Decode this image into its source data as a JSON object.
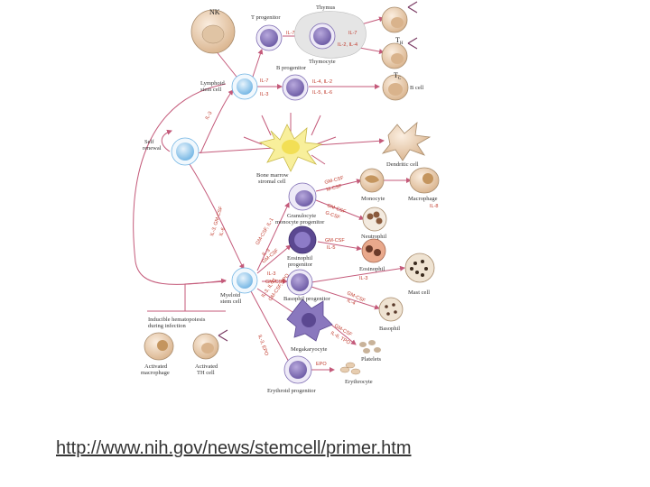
{
  "labels": {
    "nk": "NK",
    "t_progenitor": "T progenitor",
    "thymus": "Thymus",
    "thymocyte": "Thymocyte",
    "th": "T",
    "th_sub": "H",
    "tc": "T",
    "tc_sub": "C",
    "b_progenitor": "B progenitor",
    "b_cell": "B cell",
    "lymphoid_1": "Lymphoid",
    "lymphoid_2": "stem cell",
    "self_1": "Self",
    "self_2": "renewal",
    "stromal_1": "Bone marrow",
    "stromal_2": "stromal cell",
    "dendritic": "Dendritic cell",
    "monocyte": "Monocyte",
    "macrophage": "Macrophage",
    "neutrophil": "Neutrophil",
    "gm_1": "Granulocyte",
    "gm_2": "monocyte progenitor",
    "eos_prog_1": "Eosinophil",
    "eos_prog_2": "progenitor",
    "eosinophil": "Eosinophil",
    "baso_prog": "Basophil progenitor",
    "mast": "Mast cell",
    "basophil": "Basophil",
    "myeloid_1": "Myeloid",
    "myeloid_2": "stem cell",
    "mega": "Megakaryocyte",
    "platelets": "Platelets",
    "erythro_prog": "Erythroid progenitor",
    "erythrocyte": "Erythrocyte",
    "induc_1": "Inducible hematopoiesis",
    "induc_2": "during infection",
    "act_mac_1": "Activated",
    "act_mac_2": "macrophage",
    "act_t_1": "Activated",
    "act_t_2": "TH cell"
  },
  "cytokines": {
    "il7_a": "IL-7",
    "il7_b": "IL-7",
    "il2_4": "IL-2, IL-4",
    "il7_c": "IL-7",
    "il3_a": "IL-3",
    "il4_2": "IL-4, IL-2",
    "il5_6": "IL-5, IL-6",
    "il3_b": "IL-3",
    "gm_m_1": "GM-CSF",
    "gm_m_2": "M-CSF",
    "gm_g_1": "GM-CSF",
    "gm_g_2": "G-CSF",
    "il8": "IL-8",
    "diag_1": "IL-3, GM-CSF",
    "diag_2": "IL-6",
    "eo_in_1": "IL-3",
    "eo_in_2": "GM-CSF",
    "eo_out_1": "GM-CSF",
    "eo_out_2": "IL-5",
    "ba_in_1": "IL-3",
    "ba_in_2": "GM-CSF",
    "il3_c": "IL-3",
    "ba_out_1": "GM-CSF",
    "ba_out_2": "IL-4",
    "big_diag": "GM-CSF, IL-1",
    "mk_1": "IL-3, IL-11",
    "mk_2": "GM-CSF, TPO",
    "pl_1": "GM-CSF",
    "pl_2": "IL-6, TPO",
    "ep_in": "IL-3, EPO",
    "epo": "EPO"
  },
  "source_url": "http://www.nih.gov/news/stemcell/primer.htm",
  "colors": {
    "purple": "#7d6bb3",
    "blue": "#8fc4ea",
    "macrophage": "#e6c9a6",
    "arrow": "#c45a7a",
    "cytokine": "#c0392b"
  }
}
